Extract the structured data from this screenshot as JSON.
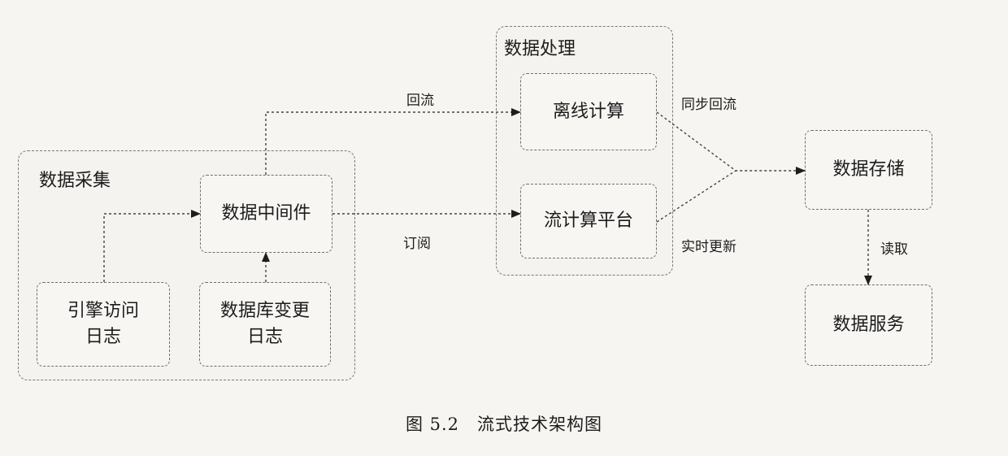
{
  "diagram": {
    "groups": {
      "collection": {
        "title": "数据采集"
      },
      "processing": {
        "title": "数据处理"
      }
    },
    "nodes": {
      "engine_log": "引擎访问\n日志",
      "db_change_log": "数据库变更\n日志",
      "middleware": "数据中间件",
      "offline_compute": "离线计算",
      "stream_compute": "流计算平台",
      "storage": "数据存储",
      "service": "数据服务"
    },
    "edges": {
      "backflow": "回流",
      "subscribe": "订阅",
      "sync_backflow": "同步回流",
      "realtime_update": "实时更新",
      "read": "读取"
    }
  },
  "caption": "图 5.2　流式技术架构图"
}
